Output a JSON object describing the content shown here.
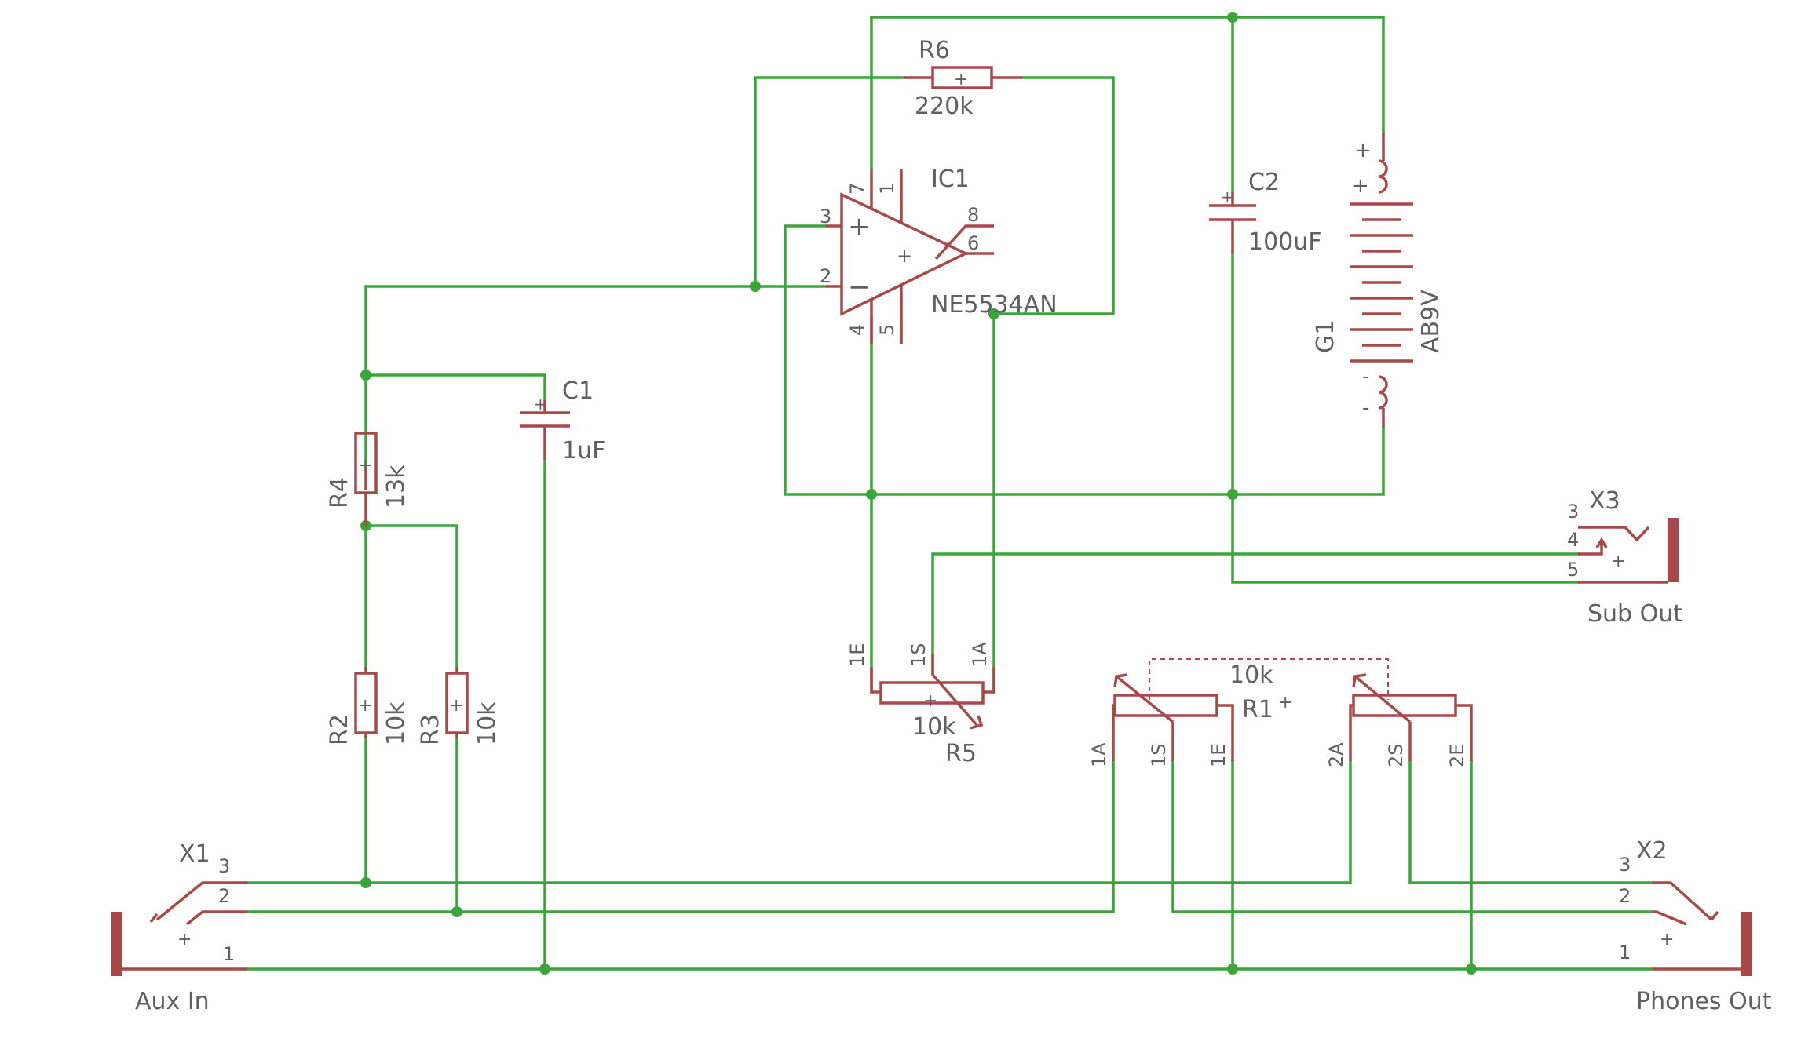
{
  "components": {
    "R6": {
      "name": "R6",
      "value": "220k"
    },
    "IC1": {
      "name": "IC1",
      "value": "NE5534AN",
      "pins": {
        "p7": "7",
        "p1": "1",
        "p3": "3",
        "p2": "2",
        "p8": "8",
        "p6": "6",
        "p4": "4",
        "p5": "5"
      },
      "plus": "+",
      "minus": "−",
      "center": "+"
    },
    "C2": {
      "name": "C2",
      "value": "100uF"
    },
    "G1": {
      "name": "G1",
      "value": "AB9V",
      "plus": "+",
      "minus": "-"
    },
    "C1": {
      "name": "C1",
      "value": "1uF"
    },
    "R4": {
      "name": "R4",
      "value": "13k"
    },
    "R2": {
      "name": "R2",
      "value": "10k"
    },
    "R3": {
      "name": "R3",
      "value": "10k"
    },
    "R5": {
      "name": "R5",
      "value": "10k",
      "pins": {
        "e": "1E",
        "s": "1S",
        "a": "1A"
      }
    },
    "R1": {
      "name": "R1",
      "value": "10k",
      "pins": {
        "a1": "1A",
        "s1": "1S",
        "e1": "1E",
        "a2": "2A",
        "s2": "2S",
        "e2": "2E"
      }
    },
    "X1": {
      "name": "X1",
      "label": "Aux In",
      "pins": {
        "p3": "3",
        "p2": "2",
        "p1": "1"
      }
    },
    "X2": {
      "name": "X2",
      "label": "Phones Out",
      "pins": {
        "p3": "3",
        "p2": "2",
        "p1": "1"
      }
    },
    "X3": {
      "name": "X3",
      "label": "Sub Out",
      "pins": {
        "p3": "3",
        "p4": "4",
        "p5": "5"
      }
    }
  },
  "plus_sign": "+"
}
